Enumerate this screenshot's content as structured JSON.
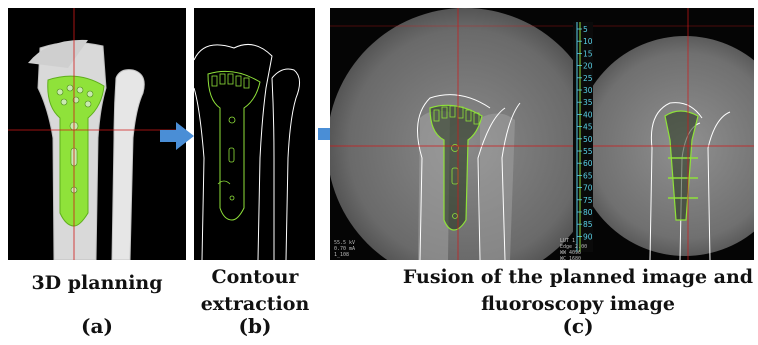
{
  "panels": {
    "a": {
      "caption": "3D planning",
      "label": "(a)"
    },
    "b": {
      "caption_line1": "Contour",
      "caption_line2": "extraction",
      "label": "(b)"
    },
    "c": {
      "caption_line1": "Fusion of the planned image and",
      "caption_line2": "fluoroscopy image",
      "label": "(c)",
      "ruler_ticks": [
        "5",
        "10",
        "15",
        "20",
        "25",
        "30",
        "35",
        "40",
        "45",
        "50",
        "55",
        "60",
        "65",
        "70",
        "75",
        "80",
        "85",
        "90"
      ]
    }
  },
  "colors": {
    "plate_green": "#8fe23a",
    "arrow_blue": "#4a8ed6",
    "ruler_cyan": "#59d0e6",
    "crosshair_red": "#d01818"
  }
}
